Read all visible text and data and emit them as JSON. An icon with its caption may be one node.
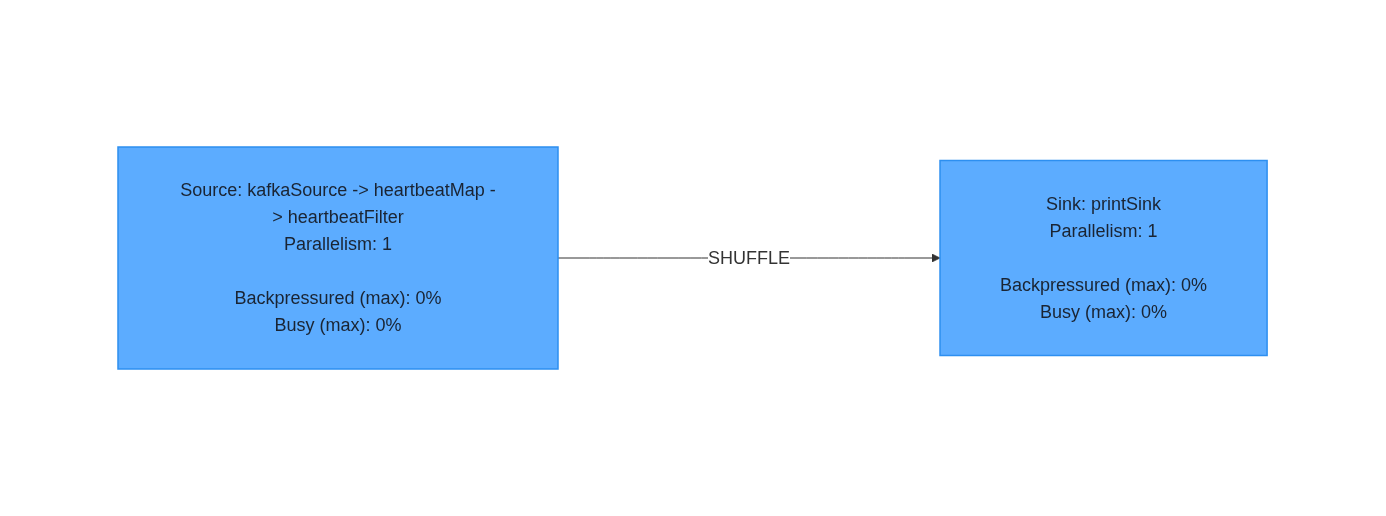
{
  "diagram": {
    "nodes": [
      {
        "text": [
          "Source: kafkaSource -> heartbeatMap -> heartbeatFilter",
          "Parallelism: 1",
          "Backpressured (max): 0%",
          "Busy (max): 0%"
        ]
      },
      {
        "text": [
          "Sink: printSink",
          "Parallelism: 1",
          "Backpressured (max): 0%",
          "Busy (max): 0%"
        ]
      }
    ],
    "edges": [
      {
        "from": 0,
        "to": 1,
        "arrow": "to",
        "label": "SHUFFLE"
      }
    ]
  }
}
